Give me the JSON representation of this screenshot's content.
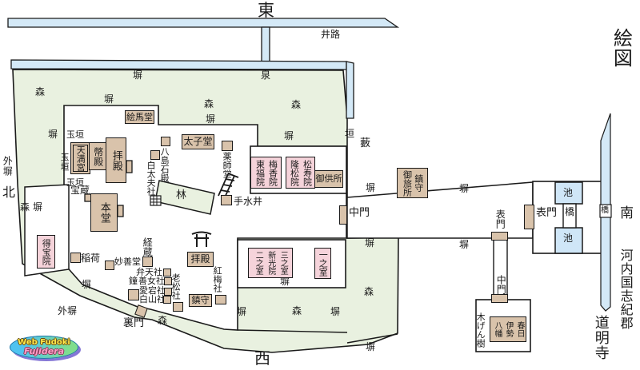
{
  "compass": {
    "east": "東",
    "west": "西",
    "south": "南",
    "north": "北"
  },
  "title": {
    "map_label": "絵図",
    "province": "河内国志紀郡",
    "temple": "道明寺"
  },
  "terrain": {
    "canal": "井路",
    "spring": "泉",
    "wall": "塀",
    "outer_wall": "外塀",
    "fence": "垣",
    "tamagaki": "玉垣",
    "thicket": "藪",
    "forest": "森",
    "grove": "林",
    "pond": "池",
    "bridge": "橋",
    "mokugen_tree": "木げん樹"
  },
  "gates": {
    "middle_gate": "中門",
    "front_gate": "表門",
    "rear_gate": "裏門"
  },
  "buildings": {
    "emado": "絵馬堂",
    "taishido": "太子堂",
    "tenmangu": "天満宮",
    "heiden": "幣殿",
    "haiden": "拝殿",
    "hondo": "本堂",
    "hozo": "宝蔵",
    "yashima_sekiden": "八島石殿",
    "shirotayu_sha": "白太夫社",
    "yakushido": "薬師堂",
    "chozu_well": "手水井",
    "gokusho": "御供所",
    "chinju_otabisho": "鎮守\n御旅所",
    "fukutoin_baikoin": "梅香院\n東福院",
    "ryushoin_shojuin": "松寿院\n隆松院",
    "tokuhoin": "得宝院",
    "inari": "稲荷",
    "myozendo": "妙善堂",
    "kyozo": "経蔵",
    "benten_sha": "弁天社",
    "zennyo_sha": "善女社",
    "bell": "鐘",
    "atago_sha": "愛宕社",
    "hakusan_sha": "白山社",
    "oimatsu_sha": "老松社",
    "kobai_sha": "紅梅社",
    "haiden_south": "拝殿",
    "chinju": "鎮守",
    "rooms": "三之室\n新光院\n二之室",
    "ichinoshitsu": "一之室",
    "kasuga_ise_hachiman": "春日\n伊勢\n八幡"
  },
  "logo": {
    "line1": "Web Fudoki",
    "line2": "Fujidera"
  },
  "colors": {
    "building_tan": "#d9c3ab",
    "temple_pink": "#f5d3da",
    "grounds_green": "#e9f1e0",
    "water_blue": "#d4e9f7",
    "ink": "#1a1a1a"
  }
}
